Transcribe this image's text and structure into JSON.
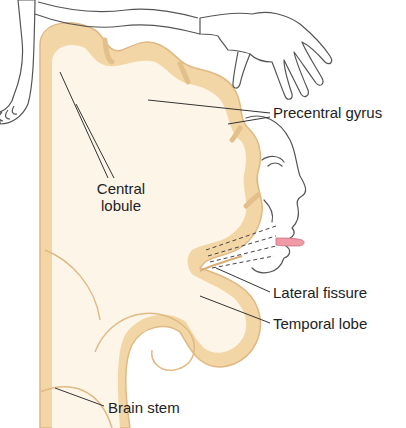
{
  "diagram": {
    "labels": [
      "Central lobule",
      "Precentral gyrus",
      "Lateral fissure",
      "Temporal lobe",
      "Brain stem"
    ]
  }
}
